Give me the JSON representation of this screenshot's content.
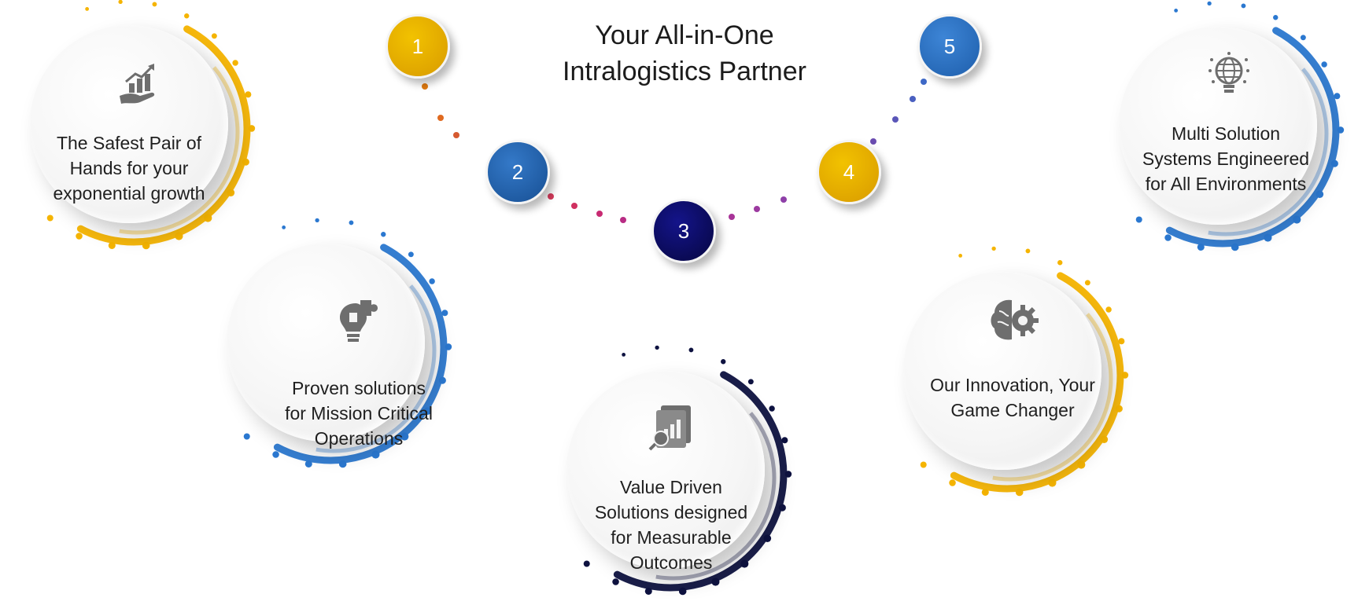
{
  "title": {
    "line1": "Your All-in-One",
    "line2": "Intralogistics Partner"
  },
  "badges": [
    {
      "number": "1",
      "color": "#E5A800"
    },
    {
      "number": "2",
      "color": "#1F5FA8"
    },
    {
      "number": "3",
      "color": "#0B0B5C"
    },
    {
      "number": "4",
      "color": "#E5A800"
    },
    {
      "number": "5",
      "color": "#2A6FC4"
    }
  ],
  "cards": [
    {
      "lines": [
        "The Safest Pair of",
        "Hands for your",
        "exponential growth"
      ],
      "icon": "hand-growth-chart-icon",
      "accent": "#F5B400"
    },
    {
      "lines": [
        "Proven solutions",
        "for Mission Critical",
        "Operations"
      ],
      "icon": "puzzle-lightbulb-icon",
      "accent": "#2B78D0"
    },
    {
      "lines": [
        "Value Driven",
        "Solutions designed",
        "for Measurable",
        "Outcomes"
      ],
      "icon": "report-magnifier-icon",
      "accent": "#0E1240"
    },
    {
      "lines": [
        "Our Innovation, Your",
        "Game Changer"
      ],
      "icon": "brain-gear-icon",
      "accent": "#F5B400"
    },
    {
      "lines": [
        "Multi Solution",
        "Systems Engineered",
        "for All Environments"
      ],
      "icon": "globe-lightbulb-icon",
      "accent": "#2B78D0"
    }
  ]
}
